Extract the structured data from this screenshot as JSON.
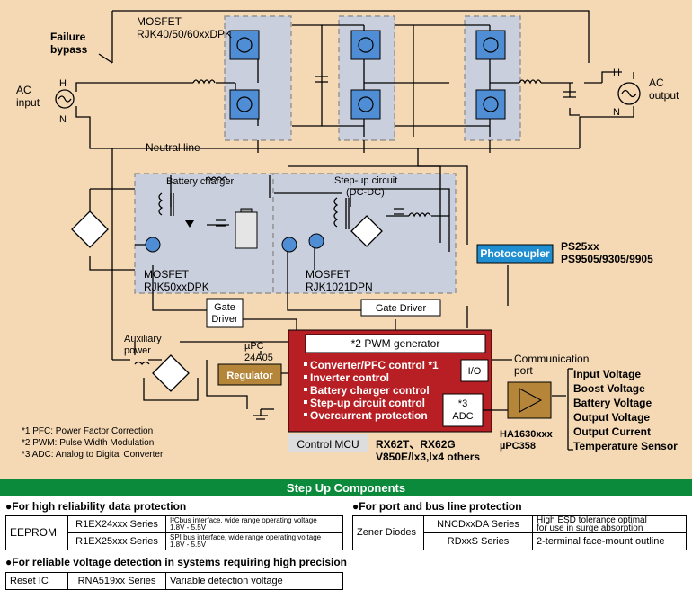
{
  "diagram": {
    "failure_bypass": "Failure\nbypass",
    "ac_input": "AC\ninput",
    "ac_output": "AC\noutput",
    "h": "H",
    "n": "N",
    "mosfet_top_label": "MOSFET",
    "mosfet_top_part": "RJK40/50/60xxDPK",
    "neutral_line": "Neutral line",
    "battery_charger": "Battery charger",
    "step_up_title": "Step-up circuit",
    "step_up_sub": "(DC-DC)",
    "mosfet_left_label": "MOSFET",
    "mosfet_left_part": "RJK50xxDPK",
    "mosfet_mid_label": "MOSFET",
    "mosfet_mid_part": "RJK1021DPN",
    "photocoupler": "Photocoupler",
    "photocoupler_parts": [
      "PS25xx",
      "PS9505/9305/9905"
    ],
    "gate_driver_left": "Gate\nDriver",
    "gate_driver_mid": "Gate Driver",
    "auxiliary_power": "Auxiliary\npower",
    "upc_label": "µPC\n24A05",
    "regulator": "Regulator",
    "pwm": "*2  PWM generator",
    "mcu_functions": [
      "Converter/PFC control *1",
      "Inverter control",
      "Battery charger control",
      "Step-up circuit control",
      "Overcurrent protection"
    ],
    "io": "I/O",
    "adc": "*3\nADC",
    "communication_port": "Communication\nport",
    "control_mcu": "Control MCU",
    "mcu_parts": "RX62T、RX62G",
    "mcu_parts2": "V850E/lx3,lx4 others",
    "ha_part": "HA1630xxx",
    "upc358": "µPC358",
    "sensors": [
      "Input Voltage",
      "Boost Voltage",
      "Battery Voltage",
      "Output Voltage",
      "Output Current",
      "Temperature Sensor"
    ],
    "notes": [
      "*1  PFC: Power Factor Correction",
      "*2  PWM: Pulse Width Modulation",
      "*3  ADC: Analog to Digital Converter"
    ]
  },
  "components": {
    "banner": "Step Up Components",
    "sec1": "●For high reliability data protection",
    "sec2": "●For port and bus line protection",
    "sec3": "●For reliable voltage detection in systems requiring high precision",
    "eeprom": {
      "name": "EEPROM",
      "rows": [
        {
          "series": "R1EX24xxx Series",
          "desc1": "I²Cbus interface, wide range operating voltage",
          "desc2": "1.8V - 5.5V"
        },
        {
          "series": "R1EX25xxx Series",
          "desc1": "SPI bus interface, wide range operating voltage",
          "desc2": "1.8V - 5.5V"
        }
      ]
    },
    "zener": {
      "name": "Zener Diodes",
      "rows": [
        {
          "series": "NNCDxxDA Series",
          "desc1": "High ESD tolerance optimal",
          "desc2": "for use in surge absorption"
        },
        {
          "series": "RDxxS Series",
          "desc1": "2-terminal face-mount outline",
          "desc2": ""
        }
      ]
    },
    "reset": {
      "name": "Reset IC",
      "series": "RNA519xx Series",
      "desc": "Variable detection voltage"
    }
  }
}
